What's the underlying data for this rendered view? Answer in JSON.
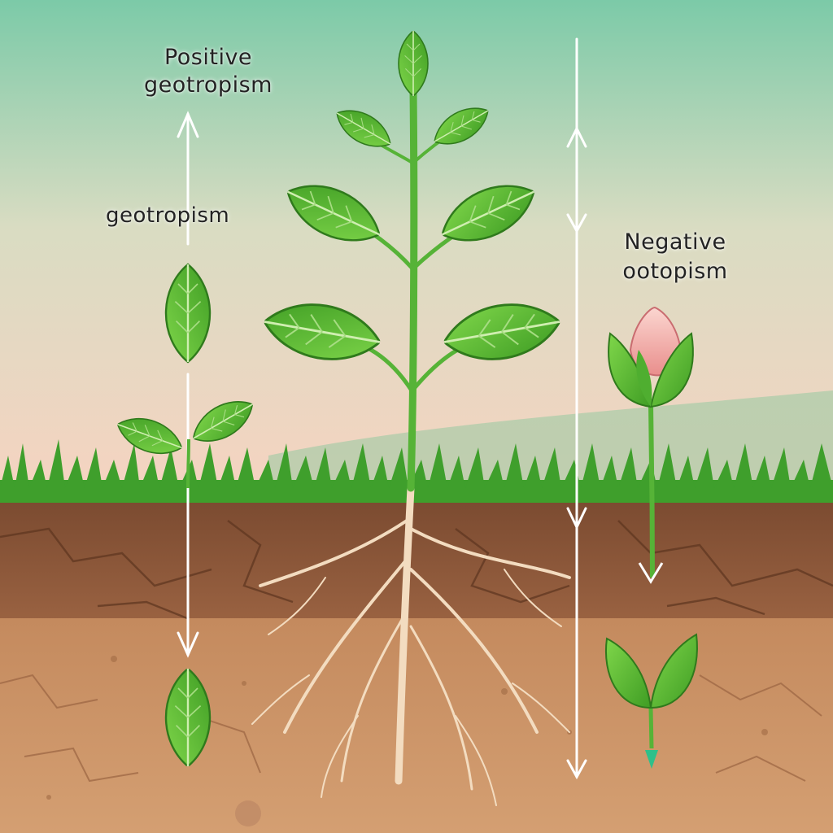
{
  "labels": {
    "positive_line1": "Positive",
    "positive_line2": "geotropism",
    "middle": "geotropism",
    "negative_line1": "Negative",
    "negative_line2": "ootopism"
  },
  "colors": {
    "sky_top": "#7ccaa8",
    "sky_bottom": "#f7d3c1",
    "grass": "#3f9f2c",
    "leaf": "#5fc23a",
    "leaf_dark": "#3c8f24",
    "stem": "#56b337",
    "soil_top": "#8a5638",
    "soil_bottom": "#c98d5e",
    "root": "#f3dcc0",
    "bud_pink": "#f2a2a0",
    "arrow": "#ffffff"
  },
  "icons": [
    "arrow-up-icon",
    "arrow-down-icon",
    "leaf-icon",
    "flower-bud-icon",
    "sprout-icon"
  ]
}
